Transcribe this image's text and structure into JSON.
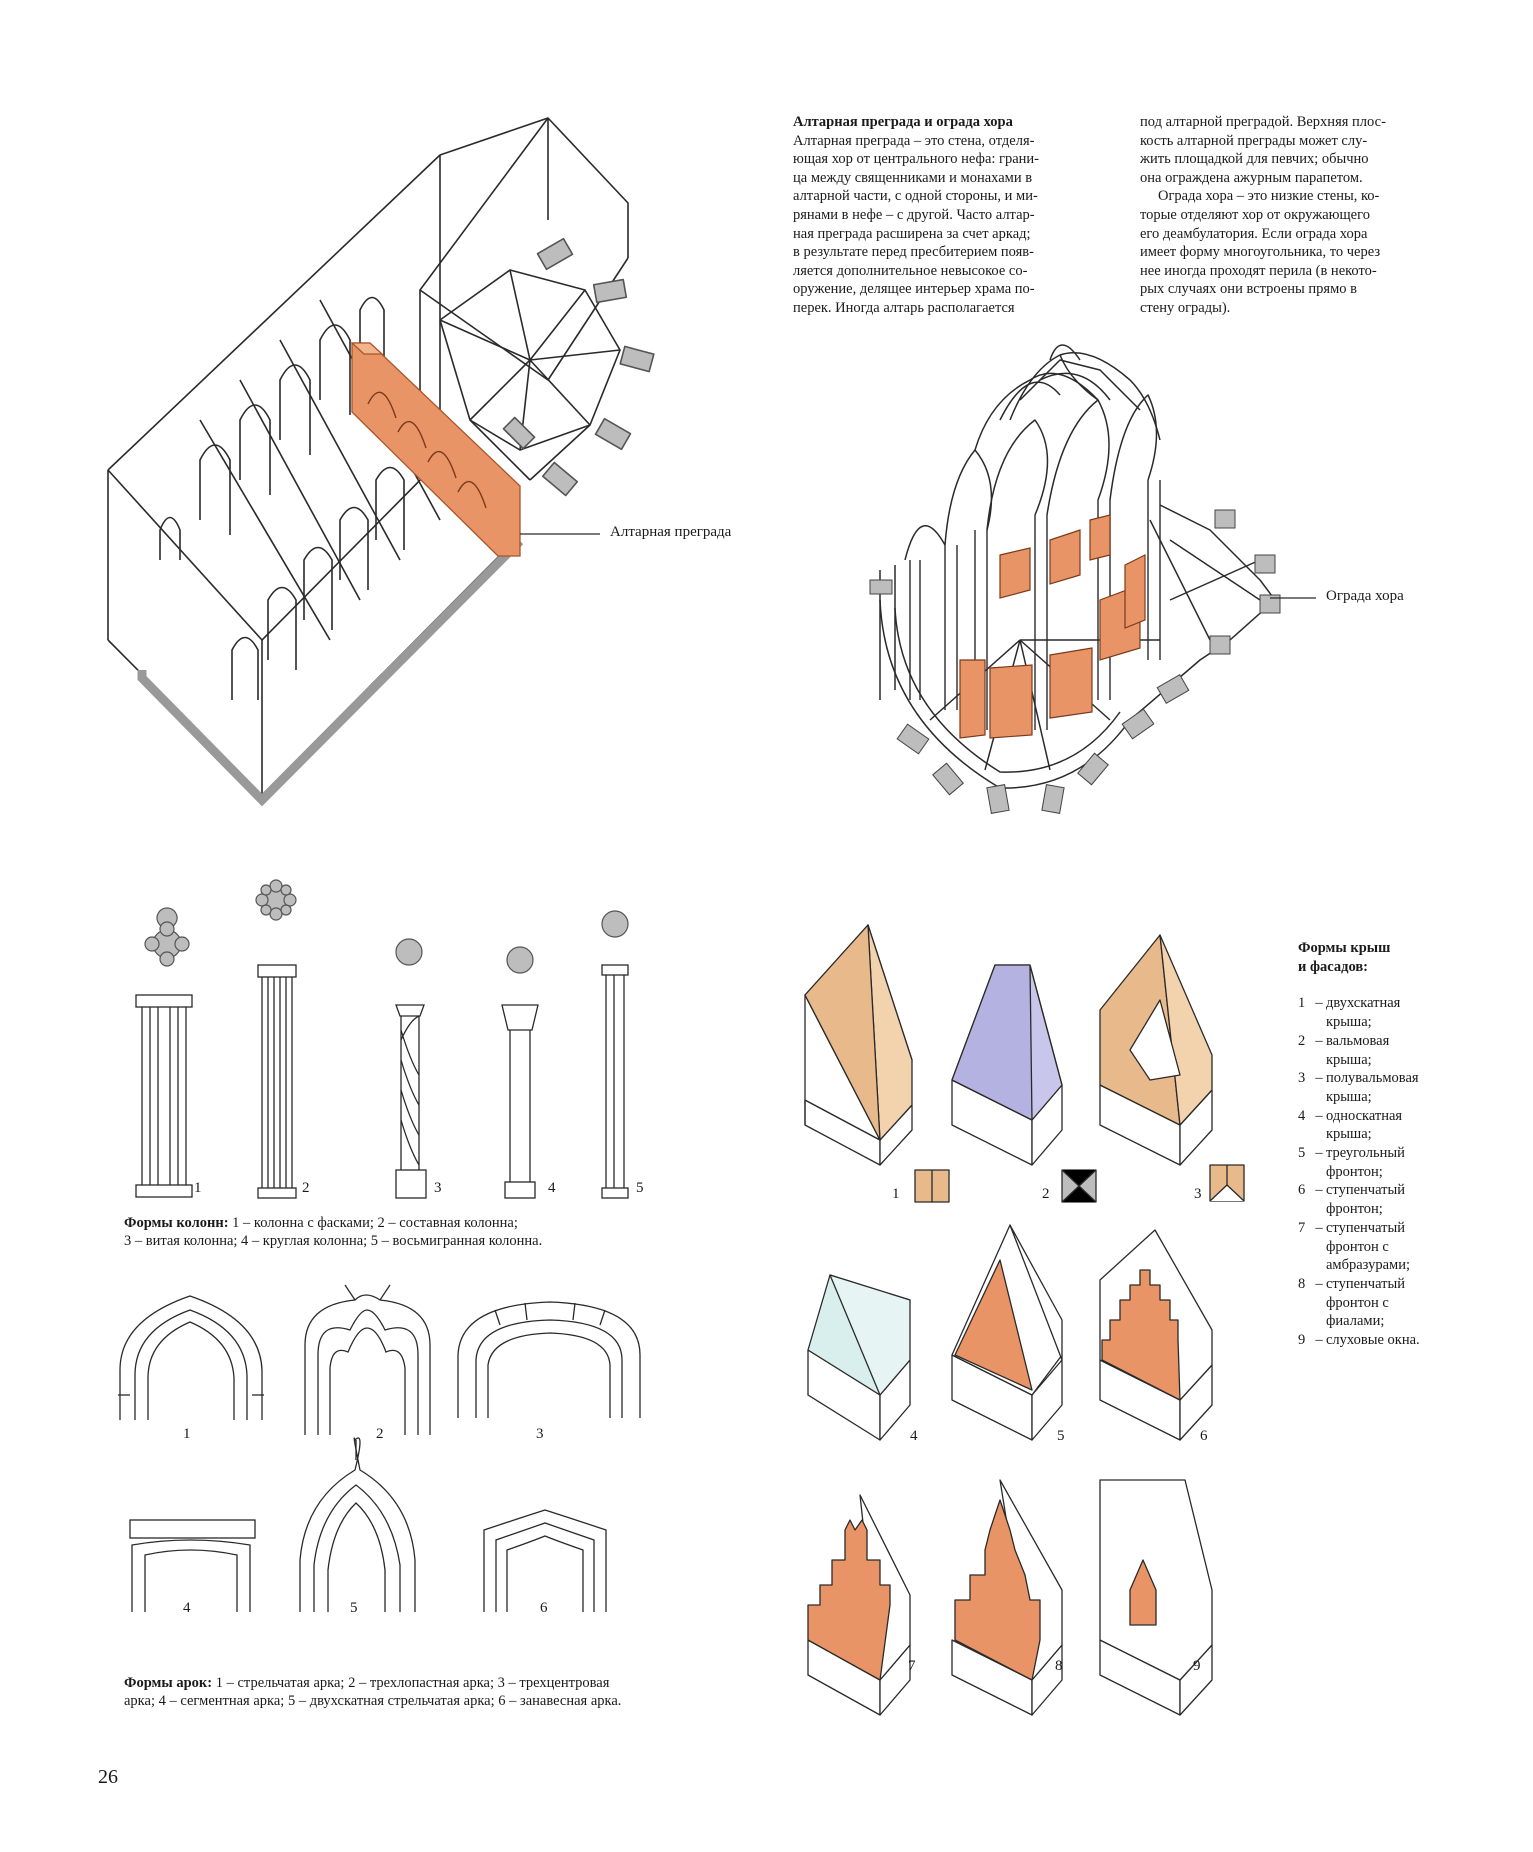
{
  "text": {
    "heading": "Алтарная преграда и ограда хора",
    "col1": [
      "Алтарная преграда – это стена, отделя-",
      "ющая хор от центрального нефа: грани-",
      "ца между священниками и монахами в",
      "алтарной части, с одной стороны, и ми-",
      "рянами в нефе – с другой. Часто алтар-",
      "ная преграда расширена за счет аркад;",
      "в результате перед пресбитерием появ-",
      "ляется дополнительное невысокое со-",
      "оружение, делящее интерьер храма по-",
      "перек. Иногда алтарь располагается"
    ],
    "col2": [
      "под алтарной преградой. Верхняя плос-",
      "кость алтарной преграды может слу-",
      "жить площадкой для певчих; обычно",
      "она ограждена ажурным парапетом."
    ],
    "col2b": [
      "Ограда хора – это низкие стены, ко-",
      "торые отделяют хор от окружающего",
      "его деамбулатория. Если ограда хора",
      "имеет форму многоугольника, то через",
      "нее иногда проходят перила (в некото-",
      "рых случаях они встроены прямо в",
      "стену ограды)."
    ]
  },
  "labels": {
    "rood_screen": "Алтарная преграда",
    "choir_screen": "Ограда хора"
  },
  "columns": {
    "numbers": [
      "1",
      "2",
      "3",
      "4",
      "5"
    ],
    "caption_bold": "Формы колонн:",
    "caption_1": " 1 – колонна с фасками; 2 – составная колонна;",
    "caption_2": "3 – витая колонна; 4 – круглая колонна; 5 – восьмигранная колонна."
  },
  "arches": {
    "numbers": [
      "1",
      "2",
      "3",
      "4",
      "5",
      "6"
    ],
    "caption_bold": "Формы арок:",
    "caption_1": " 1 – стрельчатая арка; 2 – трехлопастная арка; 3 – трехцентровая",
    "caption_2": "арка; 4 – сегментная арка; 5 – двухскатная стрельчатая арка; 6 – занавесная арка."
  },
  "roofs": {
    "numbers": [
      "1",
      "2",
      "3",
      "4",
      "5",
      "6",
      "7",
      "8",
      "9"
    ],
    "legend_title_1": "Формы крыш",
    "legend_title_2": "и фасадов:",
    "legend": [
      {
        "n": "1",
        "l1": "двухскатная",
        "l2": "крыша;"
      },
      {
        "n": "2",
        "l1": "вальмовая",
        "l2": "крыша;"
      },
      {
        "n": "3",
        "l1": "полувальмовая",
        "l2": "крыша;"
      },
      {
        "n": "4",
        "l1": "односкатная",
        "l2": "крыша;"
      },
      {
        "n": "5",
        "l1": "треугольный",
        "l2": "фронтон;"
      },
      {
        "n": "6",
        "l1": "ступенчатый",
        "l2": "фронтон;"
      },
      {
        "n": "7",
        "l1": "ступенчатый",
        "l2": "фронтон с",
        "l3": "амбразурами;"
      },
      {
        "n": "8",
        "l1": "ступенчатый",
        "l2": "фронтон с",
        "l3": "фиалами;"
      },
      {
        "n": "9",
        "l1": "слуховые окна."
      }
    ]
  },
  "page_number": "26",
  "colors": {
    "accent_orange": "#e89467",
    "roof_tan": "#e8b98a",
    "roof_lavender": "#c8c6ea",
    "roof_mint": "#d9efee",
    "stone_grey": "#bdbdbd",
    "line": "#2a2a2a"
  }
}
